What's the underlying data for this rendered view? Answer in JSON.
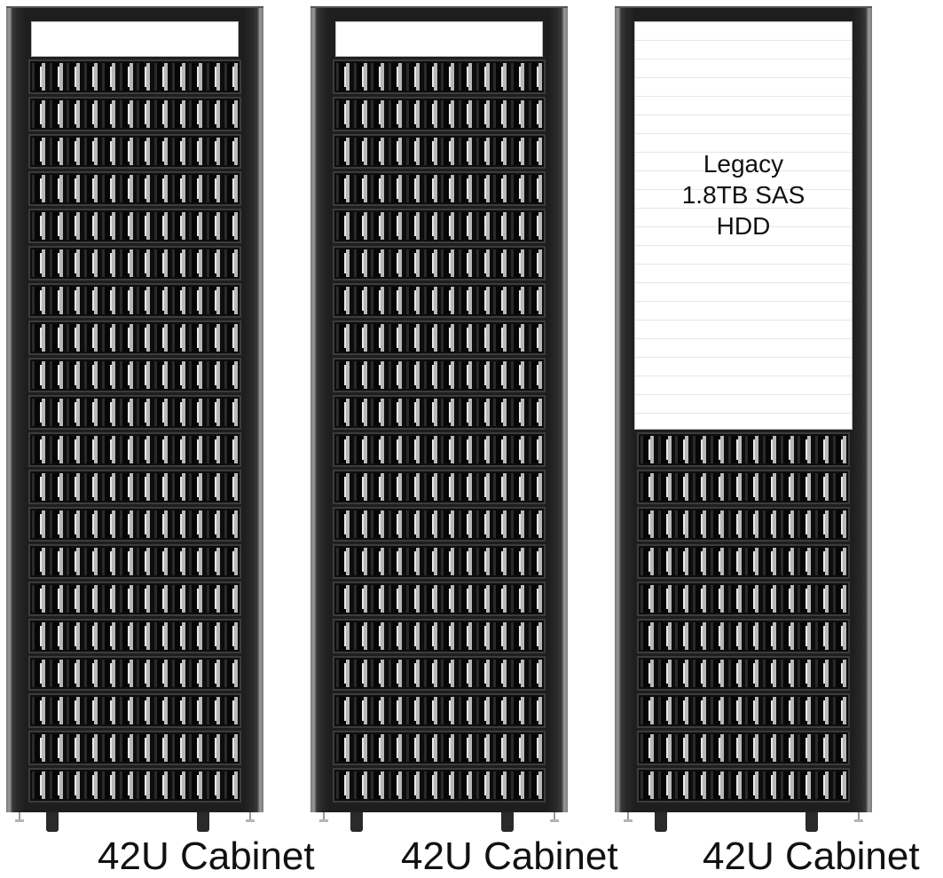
{
  "cabinets": [
    {
      "label": "42U Cabinet",
      "filled_shelves": 20,
      "top_section": "blank"
    },
    {
      "label": "42U Cabinet",
      "filled_shelves": 20,
      "top_section": "blank"
    },
    {
      "label": "42U Cabinet",
      "filled_shelves": 10,
      "top_section": "legacy",
      "legacy_label": "Legacy\n1.8TB SAS\nHDD"
    }
  ],
  "drives_per_shelf": 12,
  "colors": {
    "frame": "#1e1e1e",
    "shelf": "#0d0d0d",
    "drive_handle": "#b8b8b8",
    "background": "#ffffff"
  }
}
